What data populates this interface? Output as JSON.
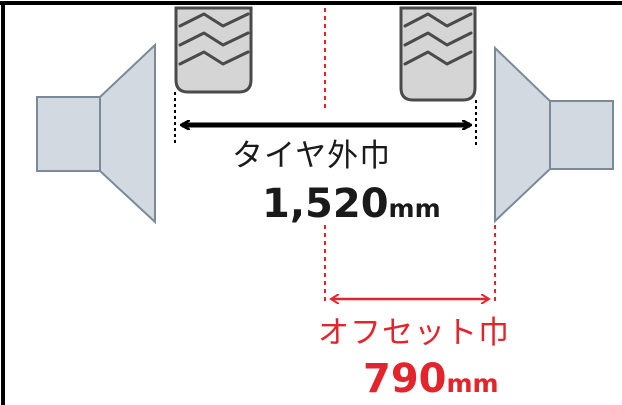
{
  "diagram": {
    "tire_width": {
      "label": "タイヤ外巾",
      "value": "1,520",
      "unit": "mm"
    },
    "offset_width": {
      "label": "オフセット巾",
      "value": "790",
      "unit": "mm"
    }
  },
  "colors": {
    "tire_fill": "#d5d5d5",
    "tire_stroke": "#4a4a4a",
    "guide_fill": "#d3d9e0",
    "guide_stroke": "#7a8a98",
    "accent_red": "#e3242b",
    "frame": "#000000",
    "text": "#1a1a1a"
  }
}
